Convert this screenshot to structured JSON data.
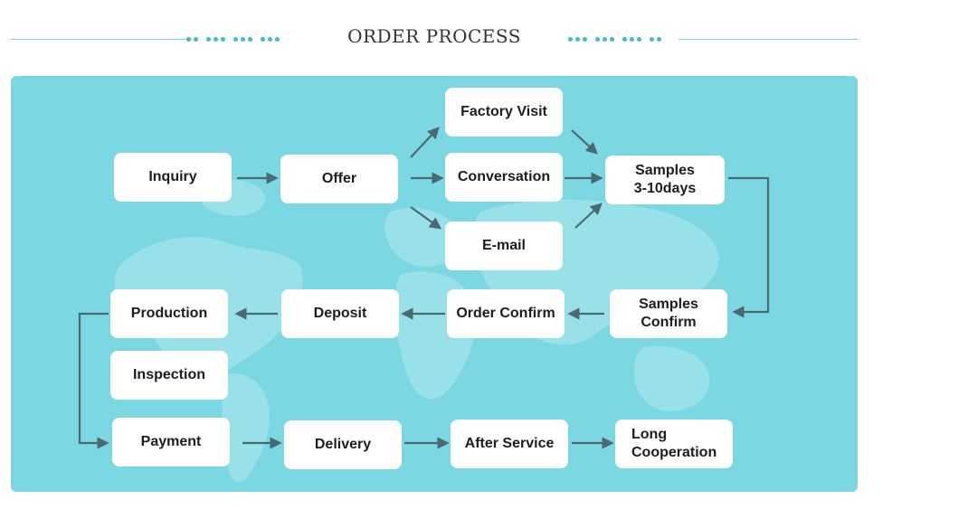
{
  "header": {
    "title": "ORDER PROCESS"
  },
  "colors": {
    "panel": "#7bd8e3",
    "arrow": "#4a6a72",
    "box": "#ffffff",
    "header_line": "#7fd0de"
  },
  "nodes": {
    "inquiry": "Inquiry",
    "offer": "Offer",
    "factory_visit": "Factory Visit",
    "conversation": "Conversation",
    "email": "E-mail",
    "samples": "Samples\n3-10days",
    "samples_confirm": "Samples\nConfirm",
    "order_confirm": "Order Confirm",
    "deposit": "Deposit",
    "production": "Production",
    "inspection": "Inspection",
    "payment": "Payment",
    "delivery": "Delivery",
    "after_service": "After Service",
    "long_cooperation": "Long\nCooperation"
  }
}
